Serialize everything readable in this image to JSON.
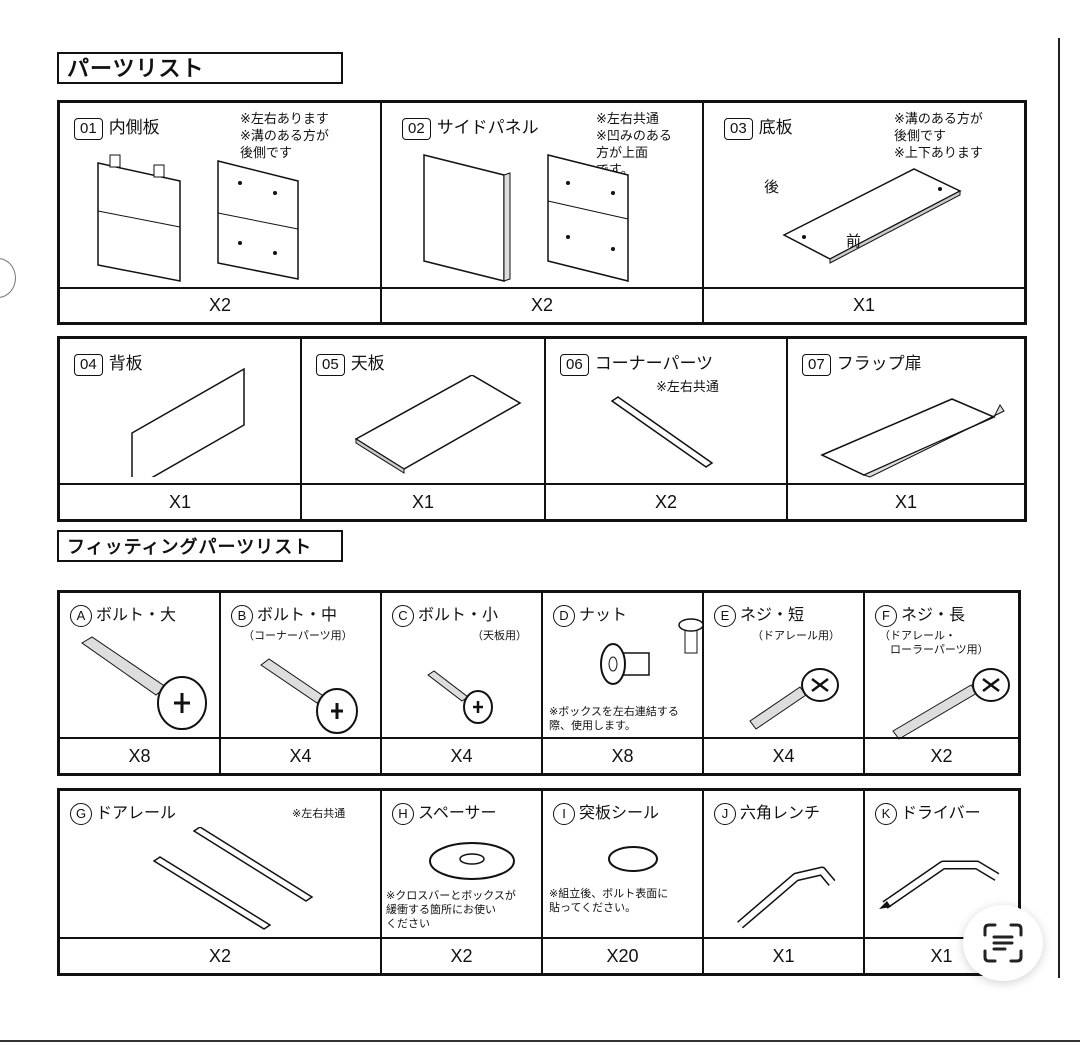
{
  "parts_title": "パーツリスト",
  "fitting_title": "フィッティングパーツリスト",
  "parts_row1": [
    {
      "num": "01",
      "name": "内側板",
      "note": "※左右あります\n※溝のある方が\n後側です",
      "qty": "X2"
    },
    {
      "num": "02",
      "name": "サイドパネル",
      "note": "※左右共通\n※凹みのある\n方が上面\nです。",
      "qty": "X2"
    },
    {
      "num": "03",
      "name": "底板",
      "note": "※溝のある方が\n後側です\n※上下あります",
      "qty": "X1",
      "label_back": "後",
      "label_front": "前"
    }
  ],
  "parts_row2": [
    {
      "num": "04",
      "name": "背板",
      "qty": "X1"
    },
    {
      "num": "05",
      "name": "天板",
      "qty": "X1"
    },
    {
      "num": "06",
      "name": "コーナーパーツ",
      "note": "※左右共通",
      "qty": "X2"
    },
    {
      "num": "07",
      "name": "フラップ扉",
      "qty": "X1"
    }
  ],
  "fittings_row1": [
    {
      "letter": "A",
      "name": "ボルト・大",
      "sub": "",
      "qty": "X8"
    },
    {
      "letter": "B",
      "name": "ボルト・中",
      "sub": "（コーナーパーツ用）",
      "qty": "X4"
    },
    {
      "letter": "C",
      "name": "ボルト・小",
      "sub": "（天板用）",
      "qty": "X4"
    },
    {
      "letter": "D",
      "name": "ナット",
      "note": "※ボックスを左右連結する\n際、使用します。",
      "qty": "X8"
    },
    {
      "letter": "E",
      "name": "ネジ・短",
      "sub": "（ドアレール用）",
      "qty": "X4"
    },
    {
      "letter": "F",
      "name": "ネジ・長",
      "sub": "（ドアレール・\n　ローラーパーツ用）",
      "qty": "X2"
    }
  ],
  "fittings_row2": [
    {
      "letter": "G",
      "name": "ドアレール",
      "note": "※左右共通",
      "qty": "X2"
    },
    {
      "letter": "H",
      "name": "スペーサー",
      "note": "※クロスバーとボックスが\n緩衝する箇所にお使い\nください",
      "qty": "X2"
    },
    {
      "letter": "I",
      "name": "突板シール",
      "note": "※組立後、ボルト表面に\n貼ってください。",
      "qty": "X20"
    },
    {
      "letter": "J",
      "name": "六角レンチ",
      "qty": "X1"
    },
    {
      "letter": "K",
      "name": "ドライバー",
      "qty": "X1"
    }
  ],
  "icons": {
    "scan_button": "text-scan-icon"
  }
}
